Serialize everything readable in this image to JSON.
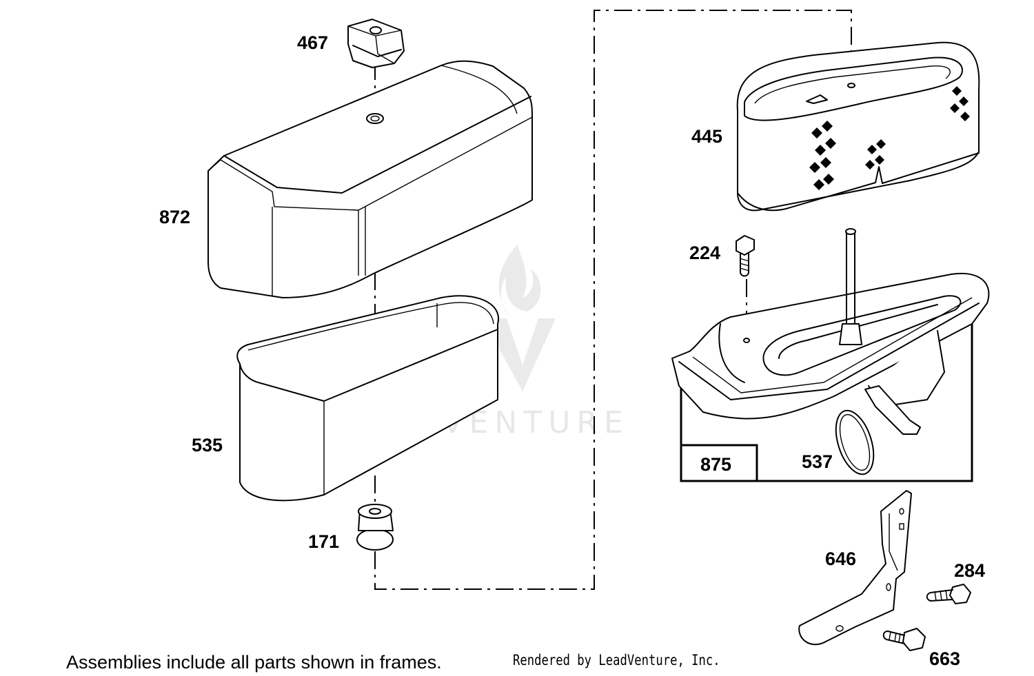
{
  "parts": {
    "p467": "467",
    "p872": "872",
    "p535": "535",
    "p171": "171",
    "p445": "445",
    "p224": "224",
    "p875": "875",
    "p537": "537",
    "p646": "646",
    "p284": "284",
    "p663": "663"
  },
  "watermark": {
    "text": "LEADVENTURE"
  },
  "footer": {
    "note": "Assemblies include all parts shown in frames.",
    "credit": "Rendered by LeadVenture, Inc."
  }
}
